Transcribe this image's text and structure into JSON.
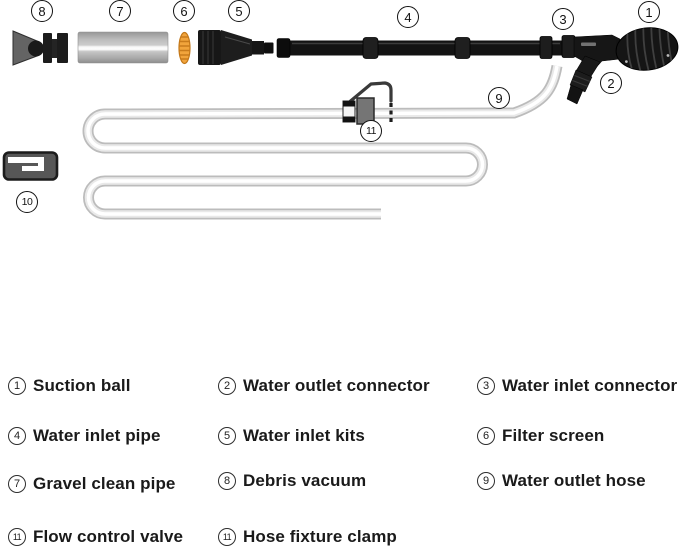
{
  "colors": {
    "background": "#ffffff",
    "part_black": "#151515",
    "tube_gray": "#b5b5b5",
    "hose_gray": "#bcbcbc",
    "filter_orange": "#f1a43c",
    "text": "#1a1a1a"
  },
  "diagram": {
    "callouts": [
      {
        "num": "1"
      },
      {
        "num": "2"
      },
      {
        "num": "3"
      },
      {
        "num": "4"
      },
      {
        "num": "5"
      },
      {
        "num": "6"
      },
      {
        "num": "7"
      },
      {
        "num": "8"
      },
      {
        "num": "9"
      },
      {
        "num": "10"
      },
      {
        "num": "11"
      }
    ]
  },
  "legend": {
    "items": [
      {
        "num": "1",
        "label": "Suction ball"
      },
      {
        "num": "2",
        "label": "Water outlet connector"
      },
      {
        "num": "3",
        "label": "Water inlet connector"
      },
      {
        "num": "4",
        "label": "Water inlet pipe"
      },
      {
        "num": "5",
        "label": "Water inlet kits"
      },
      {
        "num": "6",
        "label": "Filter screen"
      },
      {
        "num": "7",
        "label": "Gravel clean pipe"
      },
      {
        "num": "8",
        "label": "Debris vacuum"
      },
      {
        "num": "9",
        "label": "Water outlet hose"
      },
      {
        "num": "11",
        "label": "Flow control valve"
      },
      {
        "num": "11",
        "label": "Hose fixture clamp"
      }
    ]
  }
}
